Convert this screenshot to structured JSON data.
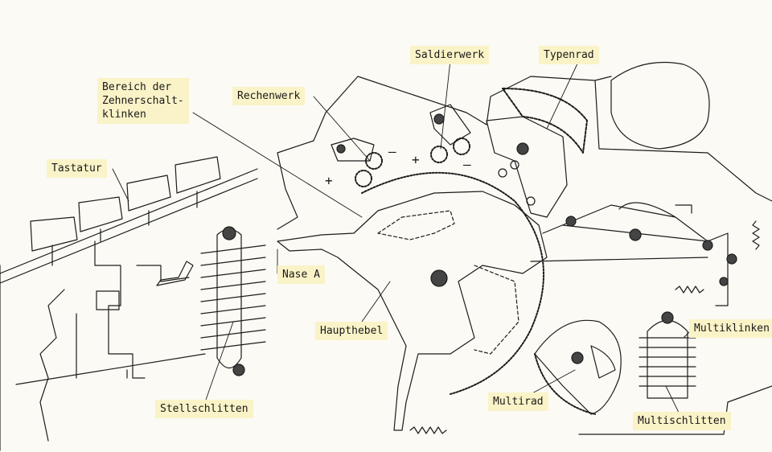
{
  "labels": {
    "zehner": "Bereich der\nZehnerschalt-\nklinken",
    "rechenwerk": "Rechenwerk",
    "saldierwerk": "Saldierwerk",
    "typenrad": "Typenrad",
    "tastatur": "Tastatur",
    "nase": "Nase A",
    "haupthebel": "Haupthebel",
    "stellschlitten": "Stellschlitten",
    "multirad": "Multirad",
    "multiklinken": "Multiklinken",
    "multischlitten": "Multischlitten"
  },
  "signs": {
    "plus": "+",
    "minus": "–"
  },
  "colors": {
    "paper": "#fbfaf4",
    "ink": "#1c1c1c",
    "label_bg": "#faf3c8"
  }
}
